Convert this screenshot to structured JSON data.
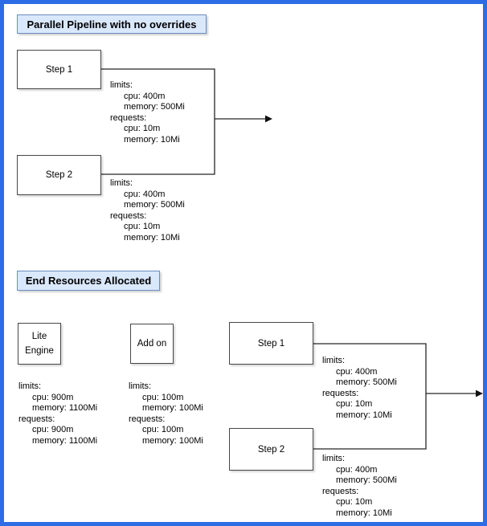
{
  "colors": {
    "frame_border": "#2d6ce5",
    "title_fill": "#dae8fc",
    "title_border": "#6c8ebf",
    "node_border": "#474747",
    "connector": "#262626"
  },
  "sections": [
    {
      "title": "Parallel Pipeline with no overrides"
    },
    {
      "title": "End Resources Allocated"
    }
  ],
  "nodes": {
    "step1_top": {
      "label": "Step 1"
    },
    "step2_top": {
      "label": "Step 2"
    },
    "lite_engine": {
      "label_line1": "Lite",
      "label_line2": "Engine"
    },
    "add_on": {
      "label": "Add on"
    },
    "step1_bottom": {
      "label": "Step 1"
    },
    "step2_bottom": {
      "label": "Step 2"
    }
  },
  "resources": [
    {
      "attached_to": "step1_top",
      "lines": [
        "limits:",
        "cpu: 400m",
        "memory: 500Mi",
        "requests:",
        "cpu: 10m",
        "memory: 10Mi"
      ]
    },
    {
      "attached_to": "step2_top",
      "lines": [
        "limits:",
        "cpu: 400m",
        "memory: 500Mi",
        "requests:",
        "cpu: 10m",
        "memory: 10Mi"
      ]
    },
    {
      "attached_to": "lite_engine",
      "lines": [
        "limits:",
        "cpu: 900m",
        "memory: 1100Mi",
        "requests:",
        "cpu: 900m",
        "memory: 1100Mi"
      ]
    },
    {
      "attached_to": "add_on",
      "lines": [
        "limits:",
        "cpu: 100m",
        "memory: 100Mi",
        "requests:",
        "cpu: 100m",
        "memory: 100Mi"
      ]
    },
    {
      "attached_to": "step1_bottom",
      "lines": [
        "limits:",
        "cpu: 400m",
        "memory: 500Mi",
        "requests:",
        "cpu: 10m",
        "memory: 10Mi"
      ]
    },
    {
      "attached_to": "step2_bottom",
      "lines": [
        "limits:",
        "cpu: 400m",
        "memory: 500Mi",
        "requests:",
        "cpu: 10m",
        "memory: 10Mi"
      ]
    }
  ]
}
